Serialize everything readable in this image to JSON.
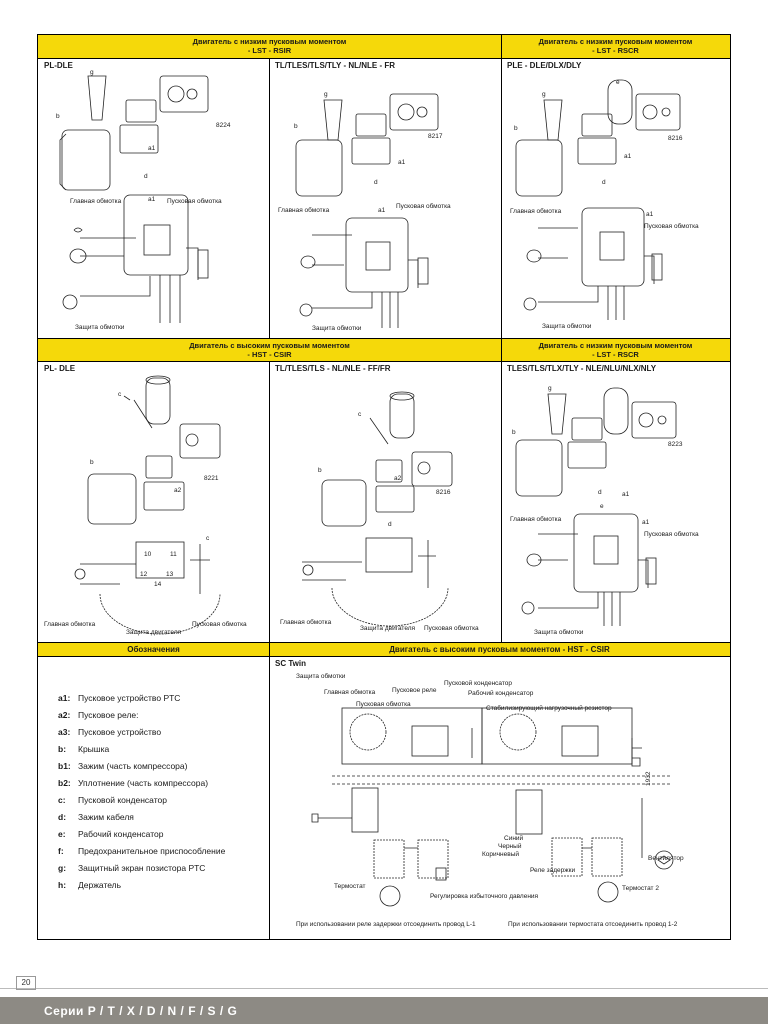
{
  "headers": {
    "row1_left": "Двигатель с низким пусковым моментом\n- LST - RSIR",
    "row1_right": "Двигатель с низким пусковым моментом\n- LST - RSCR",
    "row2_left": "Двигатель с высоким пусковым моментом\n- HST - CSIR",
    "row2_right": "Двигатель с низким пусковым моментом\n- LST - RSCR",
    "row3_left": "Обозначения",
    "row3_right": "Двигатель с высоким пусковым моментом - HST - CSIR"
  },
  "cells": {
    "c1": "PL-DLE",
    "c2": "TL/TLES/TLS/TLY - NL/NLE - FR",
    "c3": "PLE - DLE/DLX/DLY",
    "c4": "PL- DLE",
    "c5": "TL/TLES/TLS - NL/NLE - FF/FR",
    "c6": "TLES/TLS/TLX/TLY - NLE/NLU/NLX/NLY",
    "c7": "SC Twin"
  },
  "labels": {
    "main_winding": "Главная обмотка",
    "start_winding": "Пусковая обмотка",
    "winding_protection": "Защита обмотки",
    "motor_protection": "Защита двигателя",
    "start_capacitor": "Пусковой конденсатор",
    "start_relay": "Пусковое реле",
    "run_capacitor": "Рабочий конденсатор",
    "stab_resistor": "Стабилизирующий нагрузочный резистор",
    "blue": "Синий",
    "black": "Черный",
    "brown": "Коричневый",
    "delay_relay": "Реле задержки",
    "fan": "Вентилятор",
    "thermostat": "Термостат",
    "thermostat2": "Термостат 2",
    "overpressure": "Регулировка избыточного давления",
    "note1": "При использовании реле задержки отсоединить провод L-1",
    "note2": "При использовании термостата отсоединить провод 1-2",
    "code_8224": "8224",
    "code_8217": "8217",
    "code_8216": "8216",
    "code_8221": "8221",
    "code_8216b": "8216",
    "code_8223": "8223",
    "code_1932": "1932"
  },
  "legend": [
    {
      "key": "a1:",
      "text": "Пусковое устройство PTC"
    },
    {
      "key": "a2:",
      "text": "Пусковое реле:"
    },
    {
      "key": "a3:",
      "text": "Пусковое устройство"
    },
    {
      "key": "b:",
      "text": "Крышка"
    },
    {
      "key": "b1:",
      "text": "Зажим (часть компрессора)"
    },
    {
      "key": "b2:",
      "text": "Уплотнение (часть компрессора)"
    },
    {
      "key": "c:",
      "text": "Пусковой конденсатор"
    },
    {
      "key": "d:",
      "text": "Зажим кабеля"
    },
    {
      "key": "e:",
      "text": "Рабочий конденсатор"
    },
    {
      "key": "f:",
      "text": "Предохранительное приспособление"
    },
    {
      "key": "g:",
      "text": "Защитный экран позистора PTC"
    },
    {
      "key": "h:",
      "text": "Держатель"
    }
  ],
  "footer": {
    "page": "20",
    "series": "Серии P / T / X / D / N / F / S / G"
  },
  "colors": {
    "header_yellow": "#f5d90a",
    "footer_gray": "#8d8a84"
  }
}
